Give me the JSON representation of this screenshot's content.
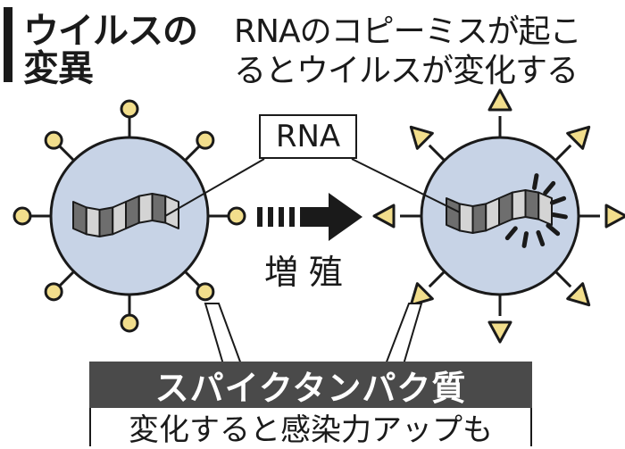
{
  "title": {
    "line1": "ウイルスの",
    "line2": "変異"
  },
  "description": {
    "line1": "RNAのコピーミスが起こ",
    "line2": "るとウイルスが変化する"
  },
  "labels": {
    "rna": "RNA",
    "process": "増殖",
    "spike_protein": "スパイクタンパク質",
    "spike_note": "変化すると感染力アップも"
  },
  "colors": {
    "virus_fill": "#c7d3e6",
    "spike_fill": "#f2de8c",
    "ink": "#1a1a1a",
    "banner": "#4a4a4a",
    "rna_light": "#d4d4d4",
    "rna_dark": "#6e6e6e"
  },
  "icons": {
    "arrow": "right-arrow-icon",
    "mutation_burst": "mutation-burst-icon"
  }
}
